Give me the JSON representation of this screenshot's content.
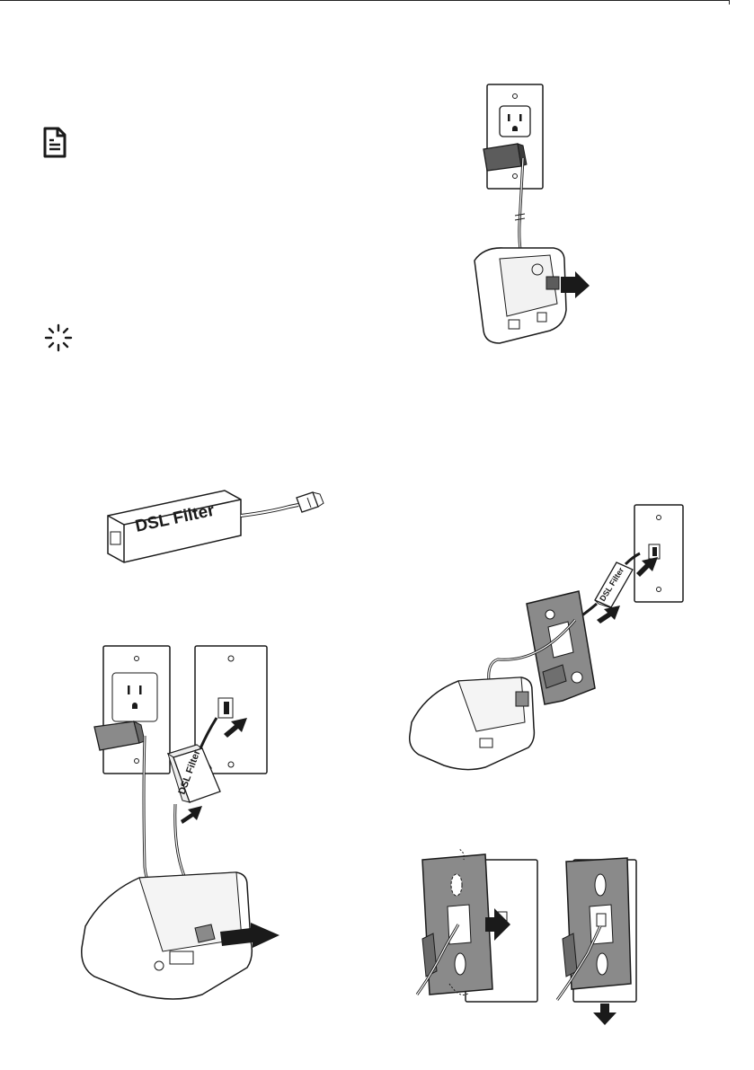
{
  "labels": {
    "filter_large": "DSL Filter",
    "filter_desk": "DSL Filter",
    "filter_wall": "DSL Filter"
  },
  "icons": {
    "note": "document-note-icon",
    "tip": "starburst-tip-icon"
  },
  "colors": {
    "line": "#1a1a1a",
    "gray_fill": "#8a8a8a",
    "dark_fill": "#5c5c5c",
    "light_fill": "#e9e9e9"
  }
}
